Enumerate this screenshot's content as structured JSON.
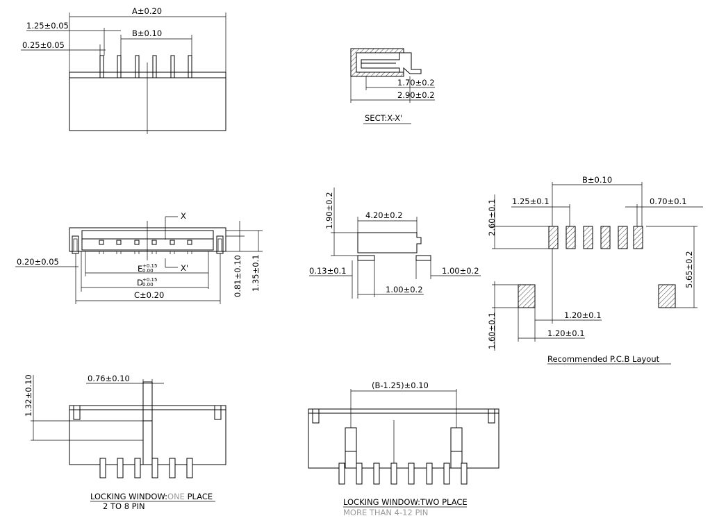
{
  "top_view": {
    "dim_a": "A±0.20",
    "dim_b": "B±0.10",
    "dim_pitch": "1.25±0.05",
    "dim_pin_w": "0.25±0.05"
  },
  "section": {
    "dim1": "1.70±0.2",
    "dim2": "2.90±0.2",
    "title": "SECT:X-X'"
  },
  "front_view": {
    "dim_c": "C±0.20",
    "dim_d": "D",
    "dim_d_tol_hi": "+0.15",
    "dim_d_tol_lo": "0.00",
    "dim_e": "E",
    "dim_e_tol_hi": "+0.15",
    "dim_e_tol_lo": "0.00",
    "dim_side": "0.20±0.05",
    "dim_v1": "0.81±0.10",
    "dim_v2": "1.35±0.1",
    "section_x": "X",
    "section_x2": "X'"
  },
  "side_view": {
    "dim_h": "1.90±0.2",
    "dim_w": "4.20±0.2",
    "dim_a": "0.13±0.1",
    "dim_b": "1.00±0.2",
    "dim_c": "1.00±0.2"
  },
  "pcb": {
    "dim_b": "B±0.10",
    "dim_pitch": "1.25±0.1",
    "dim_pad": "0.70±0.1",
    "dim_v1": "2.60±0.1",
    "dim_v2": "5.65±0.2",
    "dim_v3": "1.60±0.1",
    "dim_h1": "1.20±0.1",
    "dim_h2": "1.20±0.1",
    "title": "Recommended P.C.B Layout"
  },
  "lock_one": {
    "dim_v": "1.32±0.10",
    "dim_w": "0.76±0.10",
    "title_pre": "LOCKING WINDOW:",
    "title_hi": "ONE",
    "title_post": " PLACE",
    "sub": "2 TO 8 PIN"
  },
  "lock_two": {
    "dim_w": "(B-1.25)±0.10",
    "title": "LOCKING WINDOW:TWO PLACE",
    "sub": "MORE THAN 4-12 PIN"
  }
}
